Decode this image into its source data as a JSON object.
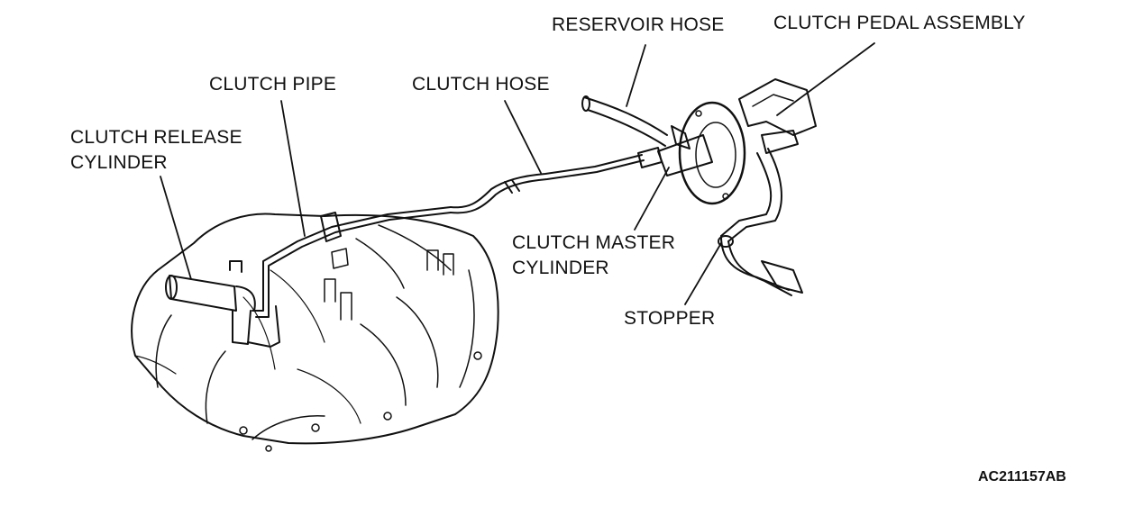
{
  "labels": {
    "reservoir_hose": "RESERVOIR HOSE",
    "clutch_pedal_assembly": "CLUTCH PEDAL ASSEMBLY",
    "clutch_pipe": "CLUTCH PIPE",
    "clutch_hose": "CLUTCH HOSE",
    "clutch_release_cylinder_line1": "CLUTCH RELEASE",
    "clutch_release_cylinder_line2": "CYLINDER",
    "clutch_master_cylinder_line1": "CLUTCH MASTER",
    "clutch_master_cylinder_line2": "CYLINDER",
    "stopper": "STOPPER"
  },
  "figure_code": "AC211157AB",
  "colors": {
    "ink": "#111111",
    "background": "#ffffff"
  }
}
